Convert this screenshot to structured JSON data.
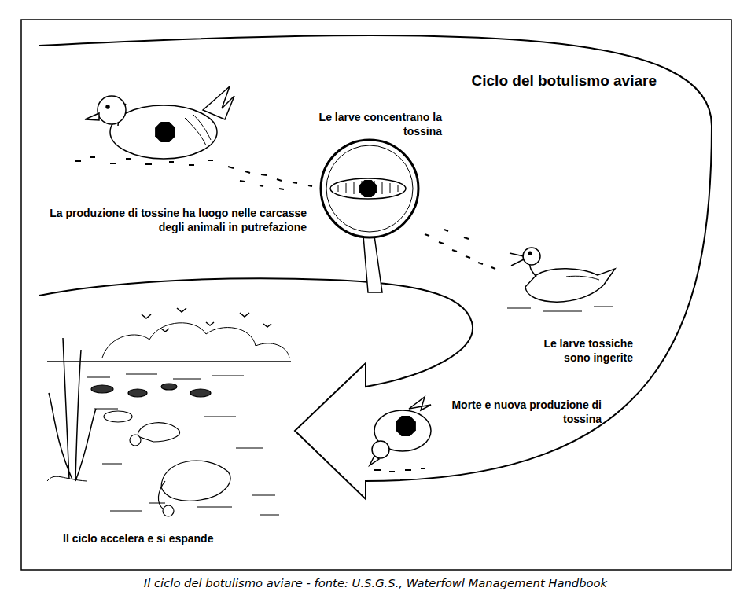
{
  "diagram": {
    "title": "Ciclo del botulismo aviare",
    "caption": "Il ciclo del botulismo aviare - fonte: U.S.G.S., Waterfowl Management Handbook",
    "labels": [
      "Le larve concentrano la tossina",
      "La produzione di tossine ha luogo nelle carcasse degli animali in putrefazione",
      "Le larve tossiche sono ingerite",
      "Morte e nuova produzione di tossina",
      "Il ciclo accelera e si espande"
    ]
  }
}
